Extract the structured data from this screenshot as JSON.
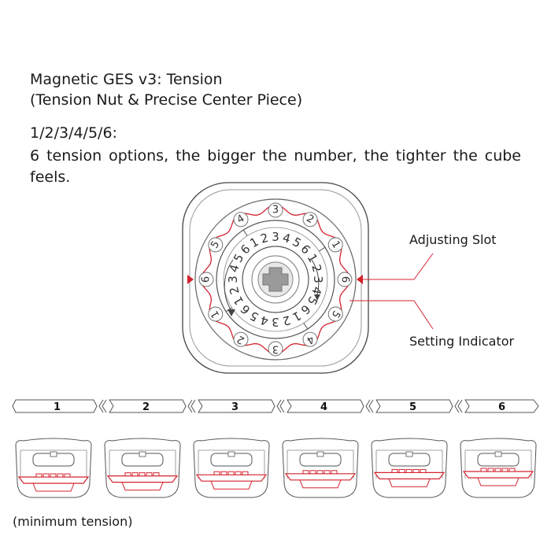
{
  "title": "Magnetic GES v3: Tension",
  "subtitle": "(Tension Nut & Precise Center Piece)",
  "levels_heading": "1/2/3/4/5/6:",
  "description": "6 tension options, the bigger the number, the tighter the cube feels.",
  "callouts": {
    "adjusting_slot": "Adjusting Slot",
    "setting_indicator": "Setting Indicator"
  },
  "dial": {
    "outer_numbers": [
      "3",
      "2",
      "1",
      "6",
      "5",
      "4",
      "3",
      "2",
      "1",
      "6",
      "5",
      "4"
    ],
    "inner_numbers": [
      "1",
      "2",
      "3",
      "4",
      "5",
      "6",
      "1",
      "2",
      "3",
      "4",
      "5",
      "6",
      "1",
      "2",
      "3",
      "4",
      "5",
      "6",
      "1",
      "2",
      "3",
      "4",
      "5",
      "6"
    ]
  },
  "steps": [
    {
      "label": "1",
      "tension": 1
    },
    {
      "label": "2",
      "tension": 2
    },
    {
      "label": "3",
      "tension": 3
    },
    {
      "label": "4",
      "tension": 4
    },
    {
      "label": "5",
      "tension": 5
    },
    {
      "label": "6",
      "tension": 6
    }
  ],
  "footnote": "(minimum tension)",
  "colors": {
    "accent": "#d4232f",
    "line": "#444444",
    "light_line": "#888888"
  }
}
